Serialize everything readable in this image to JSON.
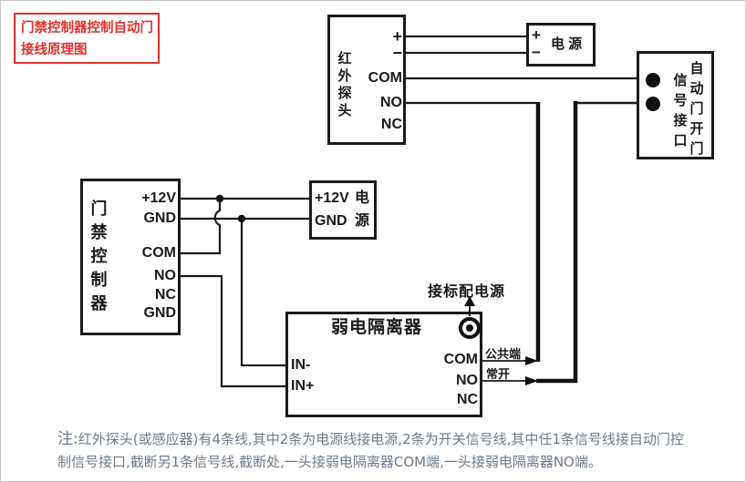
{
  "title": {
    "line1": "门禁控制器控制自动门",
    "line2": "接线原理图"
  },
  "boxes": {
    "ir_sensor": {
      "name": "红外探头",
      "terminals": [
        "+",
        "−",
        "COM",
        "NO",
        "NC"
      ]
    },
    "power_top": {
      "label": "电 源",
      "terminals": [
        "+",
        "−"
      ]
    },
    "auto_door": {
      "col_right": "自动门开门",
      "col_left": "信号接口"
    },
    "controller": {
      "name": "门禁控制器",
      "terminals": [
        "+12V",
        "GND",
        "COM",
        "NO",
        "NC",
        "GND"
      ]
    },
    "power_mid": {
      "t1": "+12V",
      "t2": "GND",
      "s1": "电",
      "s2": "源"
    },
    "isolator": {
      "title": "弱电隔离器",
      "left_terminals": [
        "IN-",
        "IN+"
      ],
      "right_terminals": [
        "COM",
        "NO",
        "NC"
      ]
    }
  },
  "wire_labels": {
    "power_tag": "接标配电源",
    "common": "公共端",
    "normally_open": "常开"
  },
  "note": {
    "prefix": "注:",
    "line1": "红外探头(或感应器)有4条线,其中2条为电源线接电源,2条为开关信号线,其中任1条信号线接自动门控",
    "line2": "制信号接口,截断另1条信号线,截断处,一头接弱电隔离器COM端,一头接弱电隔离器NO端。"
  },
  "colors": {
    "accent_red": "#e0312e",
    "note_gray": "#6e7a87",
    "line_black": "#1a1a1a"
  }
}
